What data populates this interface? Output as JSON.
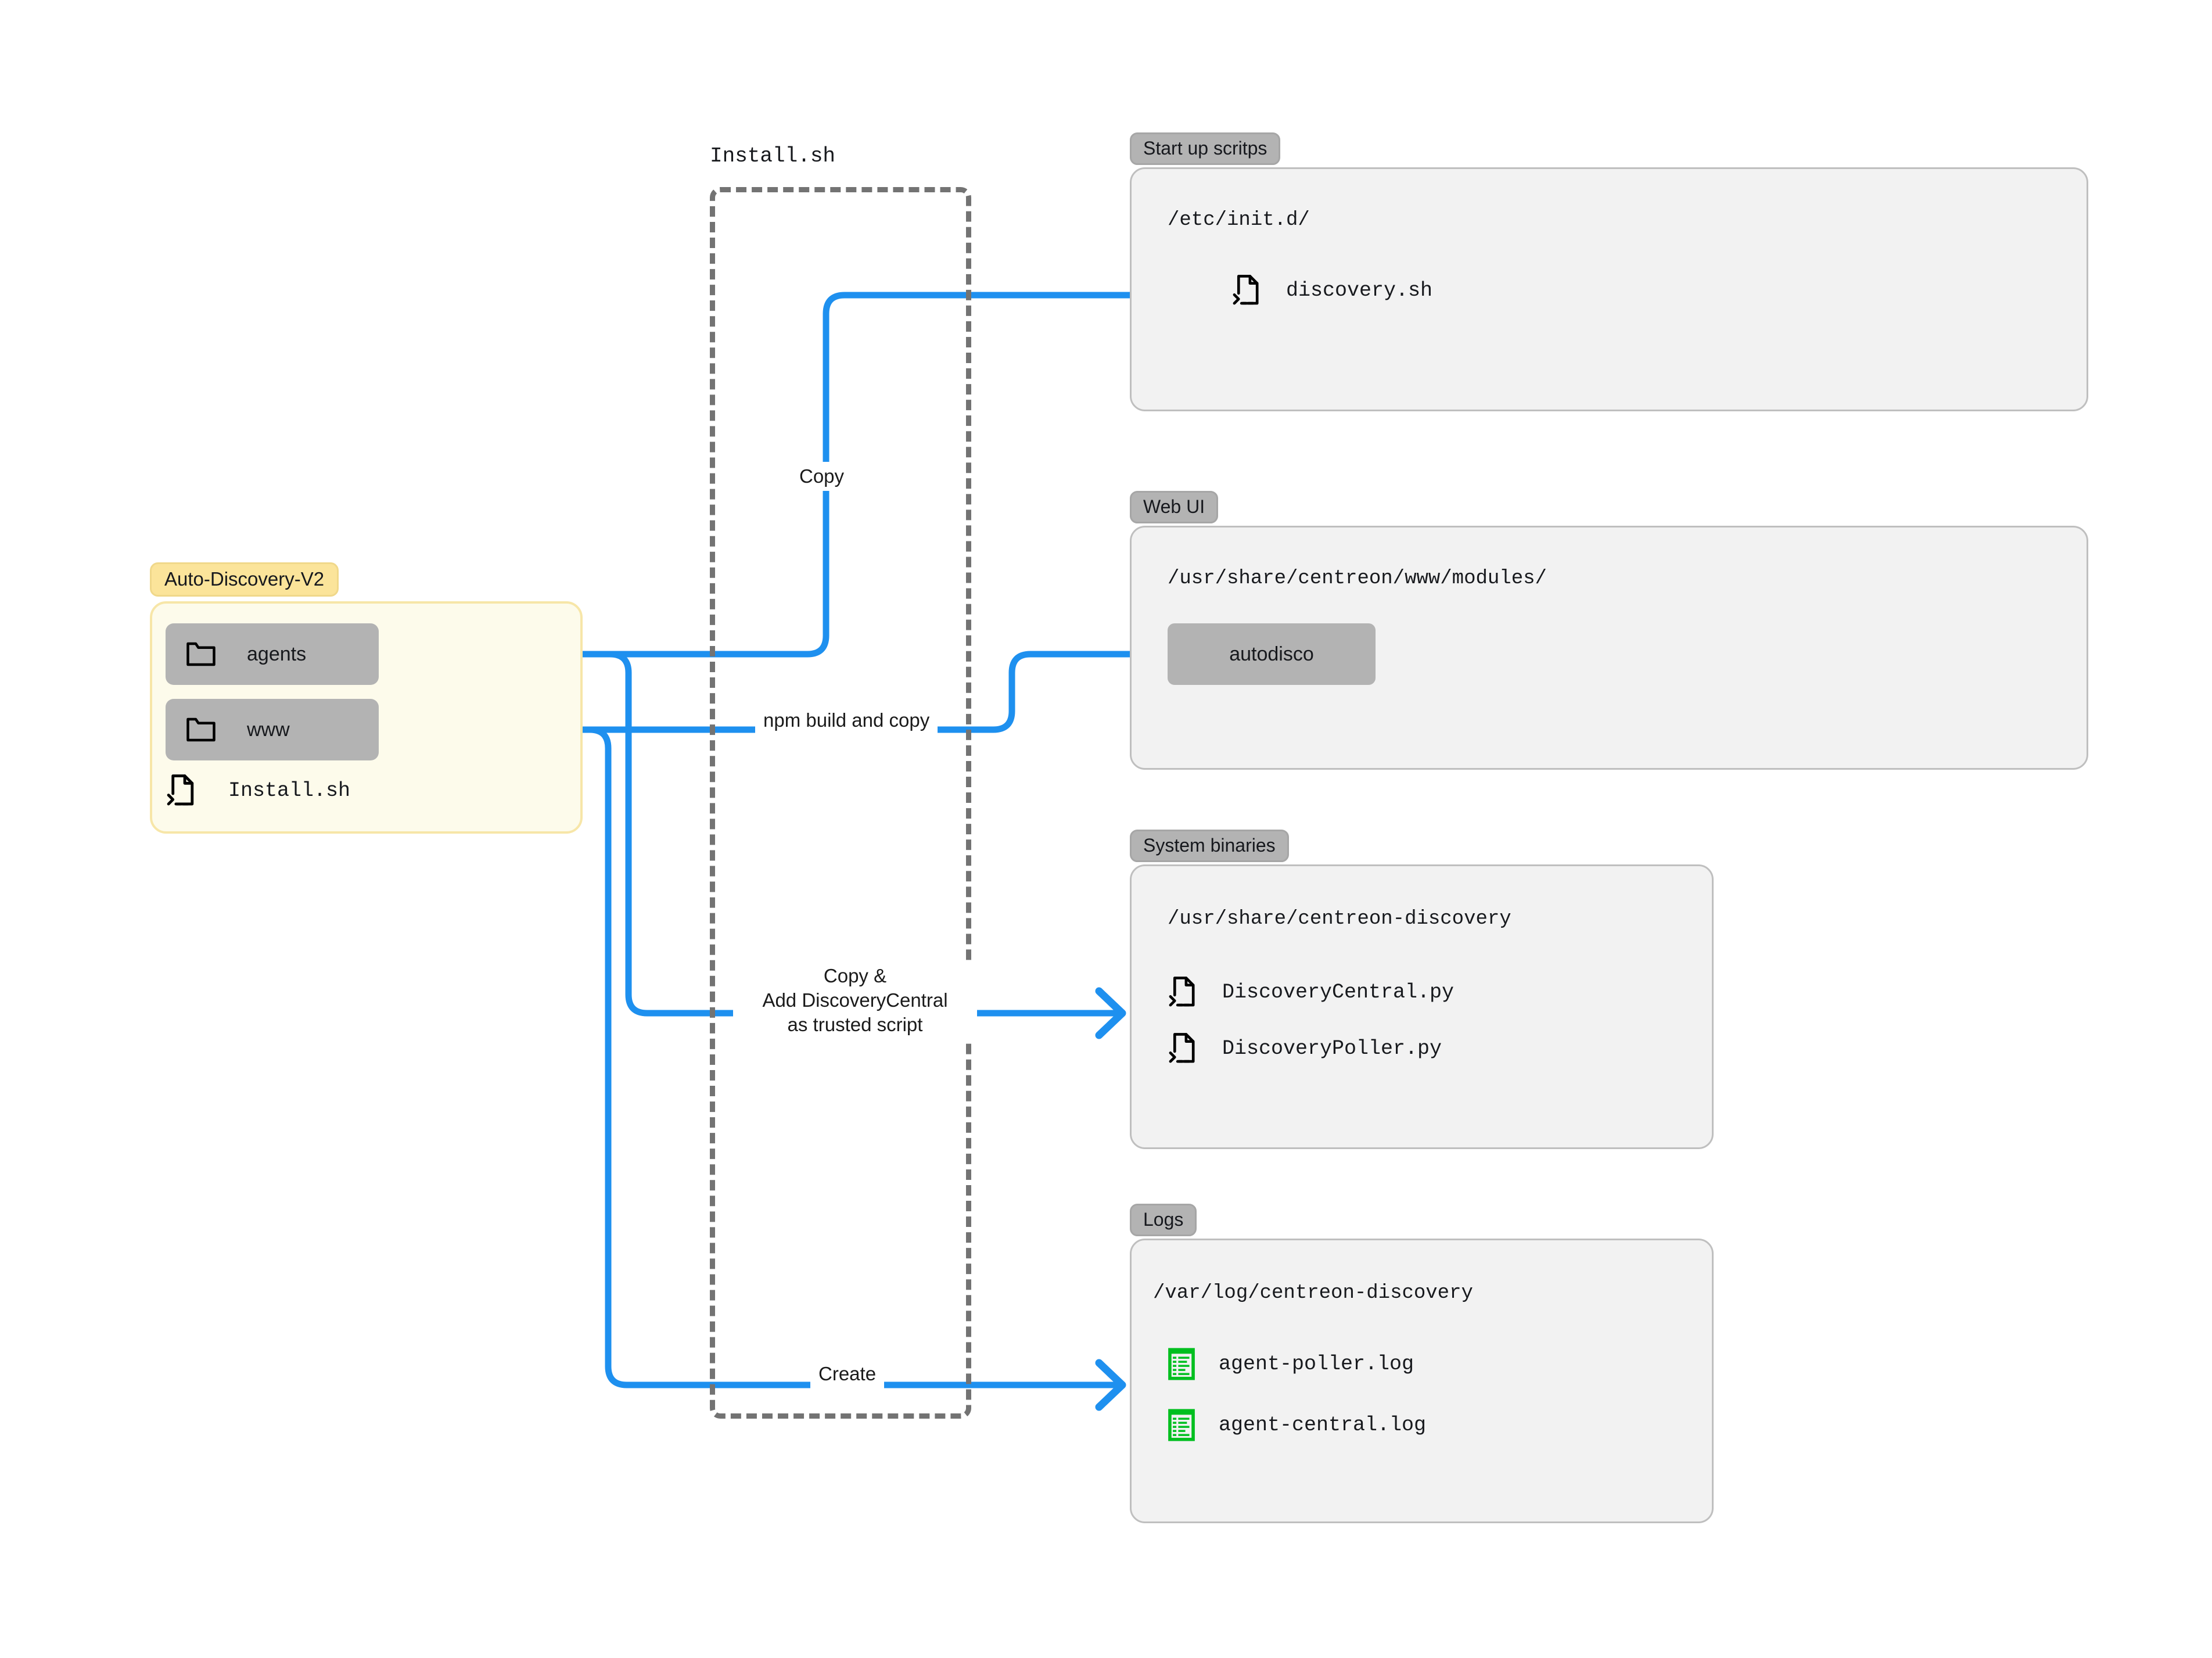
{
  "colors": {
    "wire": "#1e90ef",
    "panel_bg": "#f2f2f2",
    "panel_border": "#bfbfbf",
    "tag_bg": "#b3b3b3",
    "source_bg": "#fdfbeb",
    "source_border": "#f7e6a8",
    "source_tag_bg": "#fbe49a",
    "chip_bg": "#b3b3b3",
    "dashed_border": "#737373",
    "log_icon": "#00bf1f",
    "text": "#17191d"
  },
  "source": {
    "title": "Auto-Discovery-V2",
    "folders": [
      {
        "name": "agents",
        "icon": "folder-icon"
      },
      {
        "name": "www",
        "icon": "folder-icon"
      }
    ],
    "file": {
      "name": "Install.sh",
      "icon": "script-file-icon"
    }
  },
  "process": {
    "title": "Install.sh",
    "shape": "dashed-container"
  },
  "edges": [
    {
      "id": "copy",
      "label": "Copy"
    },
    {
      "id": "npm",
      "label": "npm build and copy"
    },
    {
      "id": "copy-add",
      "label_lines": [
        "Copy &",
        "Add DiscoveryCentral",
        "as trusted script"
      ]
    },
    {
      "id": "create",
      "label": "Create"
    }
  ],
  "panels": [
    {
      "id": "startup",
      "tag": "Start up scritps",
      "path": "/etc/init.d/",
      "items": [
        {
          "name": "discovery.sh",
          "icon": "script-file-icon"
        }
      ]
    },
    {
      "id": "webui",
      "tag": "Web UI",
      "path": "/usr/share/centreon/www/modules/",
      "chip": "autodisco"
    },
    {
      "id": "binaries",
      "tag": "System binaries",
      "path": "/usr/share/centreon-discovery",
      "items": [
        {
          "name": "DiscoveryCentral.py",
          "icon": "script-file-icon"
        },
        {
          "name": "DiscoveryPoller.py",
          "icon": "script-file-icon"
        }
      ]
    },
    {
      "id": "logs",
      "tag": "Logs",
      "path": "/var/log/centreon-discovery",
      "items": [
        {
          "name": "agent-poller.log",
          "icon": "log-file-icon"
        },
        {
          "name": "agent-central.log",
          "icon": "log-file-icon"
        }
      ]
    }
  ]
}
